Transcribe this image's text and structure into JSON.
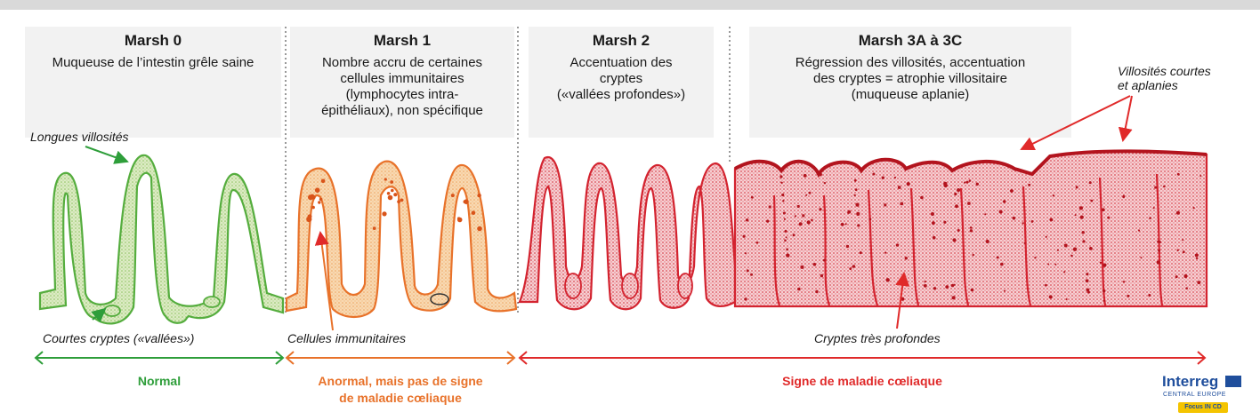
{
  "stages": [
    {
      "title": "Marsh 0",
      "description": "Muqueuse de l’intestin grêle saine"
    },
    {
      "title": "Marsh 1",
      "description": "Nombre accru de certaines\ncellules immunitaires\n(lymphocytes intra-\népithéliaux), non spécifique"
    },
    {
      "title": "Marsh 2",
      "description": "Accentuation des\ncryptes\n(«vallées profondes»)"
    },
    {
      "title": "Marsh 3A à 3C",
      "description": "Régression des villosités, accentuation\ndes cryptes = atrophie villositaire\n(muqueuse aplanie)"
    }
  ],
  "annotations": {
    "long_villi": "Longues villosités",
    "short_crypts": "Courtes cryptes («vallées»)",
    "immune_cells": "Cellules immunitaires",
    "deep_crypts": "Cryptes très profondes",
    "short_flat_villi": "Villosités courtes\net aplanies"
  },
  "categories": [
    {
      "label": "Normal",
      "color": "#2e9e3a"
    },
    {
      "label": "Anormal, mais pas de signe\nde maladie cœliaque",
      "color": "#e8722a"
    },
    {
      "label": "Signe de maladie cœliaque",
      "color": "#e02a2a"
    }
  ],
  "logo": {
    "brand": "Interreg",
    "program": "CENTRAL EUROPE",
    "project": "Focus IN CD"
  },
  "colors": {
    "normal": "#5bb347",
    "normal_fill": "#c9e3a8",
    "marsh1": "#e8722a",
    "marsh1_fill": "#f6c58f",
    "disease": "#d3232f",
    "disease_fill": "#f2b8bc",
    "dot1": "#d9541a",
    "dot2": "#b3141e"
  }
}
